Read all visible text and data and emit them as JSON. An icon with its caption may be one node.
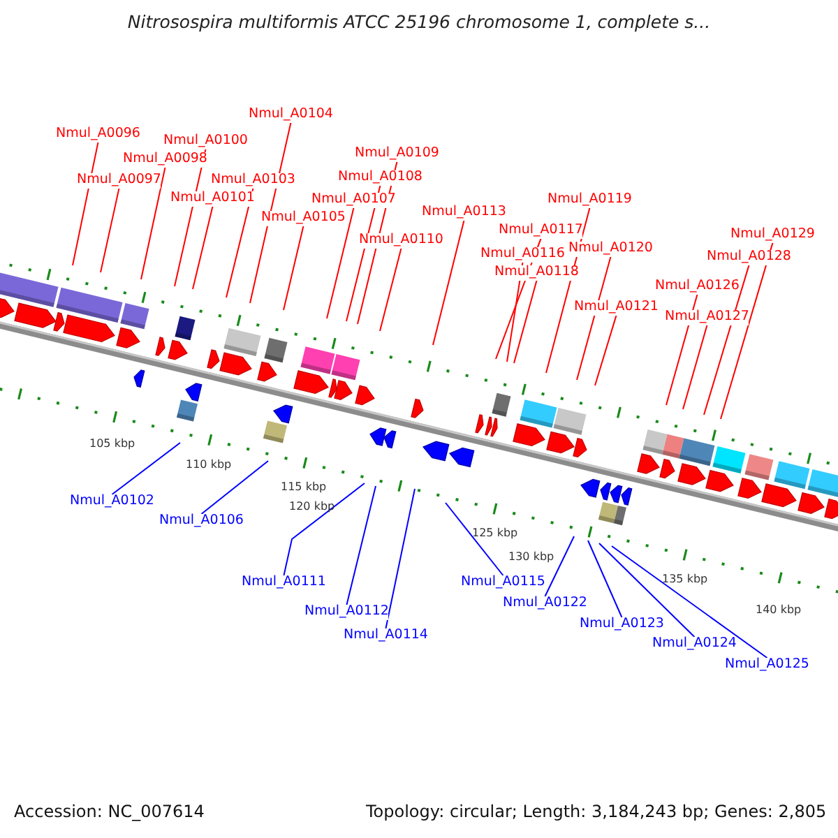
{
  "diagram": {
    "title": "Nitrosospira multiformis ATCC 25196 chromosome 1, complete s...",
    "nodes": [
      {
        "text": [
          "Nmul_A0096"
        ]
      },
      {
        "text": [
          "Nmul_A0097"
        ]
      },
      {
        "text": [
          "Nmul_A0098"
        ]
      },
      {
        "text": [
          "Nmul_A0100"
        ]
      },
      {
        "text": [
          "Nmul_A0101"
        ]
      },
      {
        "text": [
          "Nmul_A0103"
        ]
      },
      {
        "text": [
          "Nmul_A0104"
        ]
      },
      {
        "text": [
          "Nmul_A0105"
        ]
      },
      {
        "text": [
          "Nmul_A0107"
        ]
      },
      {
        "text": [
          "Nmul_A0108"
        ]
      },
      {
        "text": [
          "Nmul_A0109"
        ]
      },
      {
        "text": [
          "Nmul_A0110"
        ]
      },
      {
        "text": [
          "Nmul_A0113"
        ]
      },
      {
        "text": [
          "Nmul_A0117"
        ]
      },
      {
        "text": [
          "Nmul_A0116"
        ]
      },
      {
        "text": [
          "Nmul_A0118"
        ]
      },
      {
        "text": [
          "Nmul_A0119"
        ]
      },
      {
        "text": [
          "Nmul_A0120"
        ]
      },
      {
        "text": [
          "Nmul_A0121"
        ]
      },
      {
        "text": [
          "Nmul_A0126"
        ]
      },
      {
        "text": [
          "Nmul_A0127"
        ]
      },
      {
        "text": [
          "Nmul_A0128"
        ]
      },
      {
        "text": [
          "Nmul_A0129"
        ]
      },
      {
        "text": [
          "Nmul_A0102"
        ]
      },
      {
        "text": [
          "Nmul_A0106"
        ]
      },
      {
        "text": [
          "Nmul_A0111"
        ]
      },
      {
        "text": [
          "Nmul_A0112"
        ]
      },
      {
        "text": [
          "Nmul_A0114"
        ]
      },
      {
        "text": [
          "Nmul_A0115"
        ]
      },
      {
        "text": [
          "Nmul_A0122"
        ]
      },
      {
        "text": [
          "Nmul_A0123"
        ]
      },
      {
        "text": [
          "Nmul_A0124"
        ]
      },
      {
        "text": [
          "Nmul_A0125"
        ]
      }
    ],
    "edges": [
      {
        "from": 0,
        "to": null,
        "arrow": "none"
      },
      {
        "from": 1,
        "to": null,
        "arrow": "none"
      },
      {
        "from": 2,
        "to": null,
        "arrow": "none"
      },
      {
        "from": 3,
        "to": null,
        "arrow": "none"
      },
      {
        "from": 4,
        "to": null,
        "arrow": "none"
      },
      {
        "from": 5,
        "to": null,
        "arrow": "none"
      },
      {
        "from": 6,
        "to": null,
        "arrow": "none"
      },
      {
        "from": 7,
        "to": null,
        "arrow": "none"
      },
      {
        "from": 8,
        "to": null,
        "arrow": "none"
      },
      {
        "from": 9,
        "to": null,
        "arrow": "none"
      },
      {
        "from": 10,
        "to": null,
        "arrow": "none"
      },
      {
        "from": 11,
        "to": null,
        "arrow": "none"
      },
      {
        "from": 12,
        "to": null,
        "arrow": "none"
      },
      {
        "from": 13,
        "to": null,
        "arrow": "none"
      },
      {
        "from": 14,
        "to": null,
        "arrow": "none"
      },
      {
        "from": 15,
        "to": null,
        "arrow": "none"
      },
      {
        "from": 16,
        "to": null,
        "arrow": "none"
      },
      {
        "from": 17,
        "to": null,
        "arrow": "none"
      },
      {
        "from": 18,
        "to": null,
        "arrow": "none"
      },
      {
        "from": 19,
        "to": null,
        "arrow": "none"
      },
      {
        "from": 20,
        "to": null,
        "arrow": "none"
      },
      {
        "from": 21,
        "to": null,
        "arrow": "none"
      },
      {
        "from": 22,
        "to": null,
        "arrow": "none"
      },
      {
        "from": 23,
        "to": null,
        "arrow": "none",
        "color": "#0000ff"
      },
      {
        "from": 24,
        "to": null,
        "arrow": "none",
        "color": "#0000ff"
      },
      {
        "from": 25,
        "to": null,
        "arrow": "none",
        "color": "#0000ff"
      },
      {
        "from": 26,
        "to": null,
        "arrow": "none",
        "color": "#0000ff"
      },
      {
        "from": 27,
        "to": null,
        "arrow": "none",
        "color": "#0000ff"
      },
      {
        "from": 28,
        "to": null,
        "arrow": "none",
        "color": "#0000ff"
      },
      {
        "from": 29,
        "to": null,
        "arrow": "none",
        "color": "#0000ff"
      },
      {
        "from": 30,
        "to": null,
        "arrow": "none",
        "color": "#0000ff"
      },
      {
        "from": 31,
        "to": null,
        "arrow": "none",
        "color": "#0000ff"
      },
      {
        "from": 32,
        "to": null,
        "arrow": "none",
        "color": "#0000ff"
      }
    ],
    "labels": [
      "105 kbp",
      "110 kbp",
      "115 kbp",
      "120 kbp",
      "125 kbp",
      "130 kbp",
      "135 kbp",
      "140 kbp",
      "Accession: NC_007614",
      "Topology: circular; Length: 3,184,243 bp; Genes: 2,805"
    ]
  }
}
